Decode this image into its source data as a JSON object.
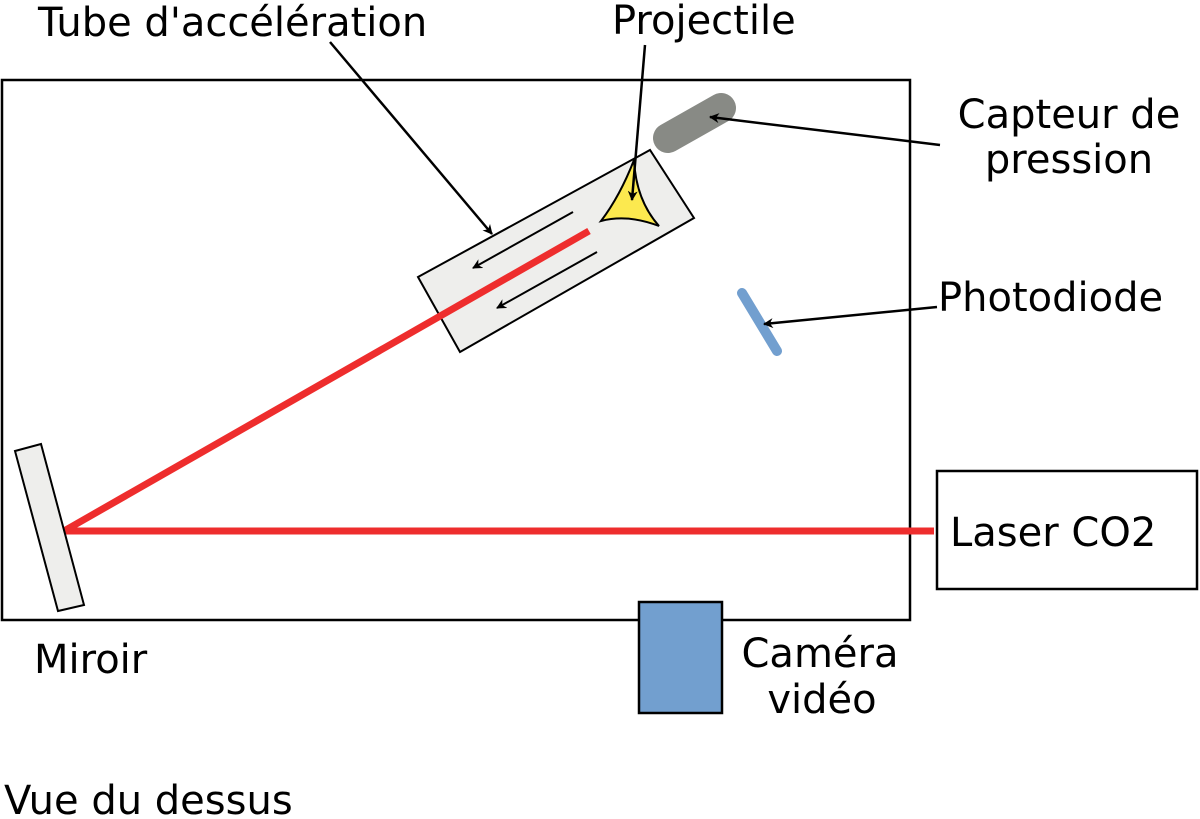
{
  "labels": {
    "tube": "Tube d'accélération",
    "projectile": "Projectile",
    "capteur_line1": "Capteur de",
    "capteur_line2": "pression",
    "photodiode": "Photodiode",
    "laser": "Laser CO2",
    "miroir": "Miroir",
    "camera_line1": "Caméra",
    "camera_line2": "vidéo",
    "view": "Vue du dessus"
  },
  "colors": {
    "laser_beam": "#ee2d2d",
    "tube_fill": "#eeeeec",
    "mirror_fill": "#eeeeec",
    "projectile_fill": "#fce94f",
    "sensor_fill": "#888a85",
    "photodiode_fill": "#729fcf",
    "camera_fill": "#729fcf",
    "outline": "#000000"
  }
}
